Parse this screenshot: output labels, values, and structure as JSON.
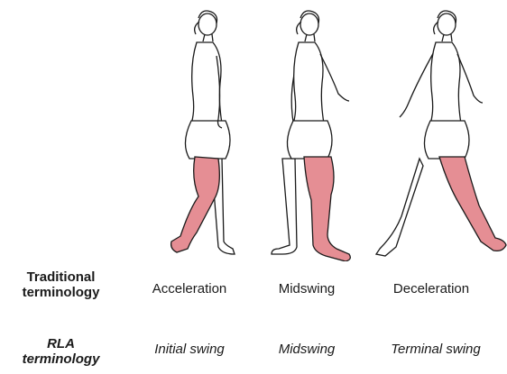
{
  "colors": {
    "line": "#1a1a1a",
    "swing_leg": "#e58e94",
    "skin": "#ffffff"
  },
  "rows": {
    "traditional": {
      "label_line1": "Traditional",
      "label_line2": "terminology"
    },
    "rla": {
      "label_line1": "RLA",
      "label_line2": "terminology"
    }
  },
  "phases": [
    {
      "traditional": "Acceleration",
      "rla": "Initial swing"
    },
    {
      "traditional": "Midswing",
      "rla": "Midswing"
    },
    {
      "traditional": "Deceleration",
      "rla": "Terminal swing"
    }
  ]
}
